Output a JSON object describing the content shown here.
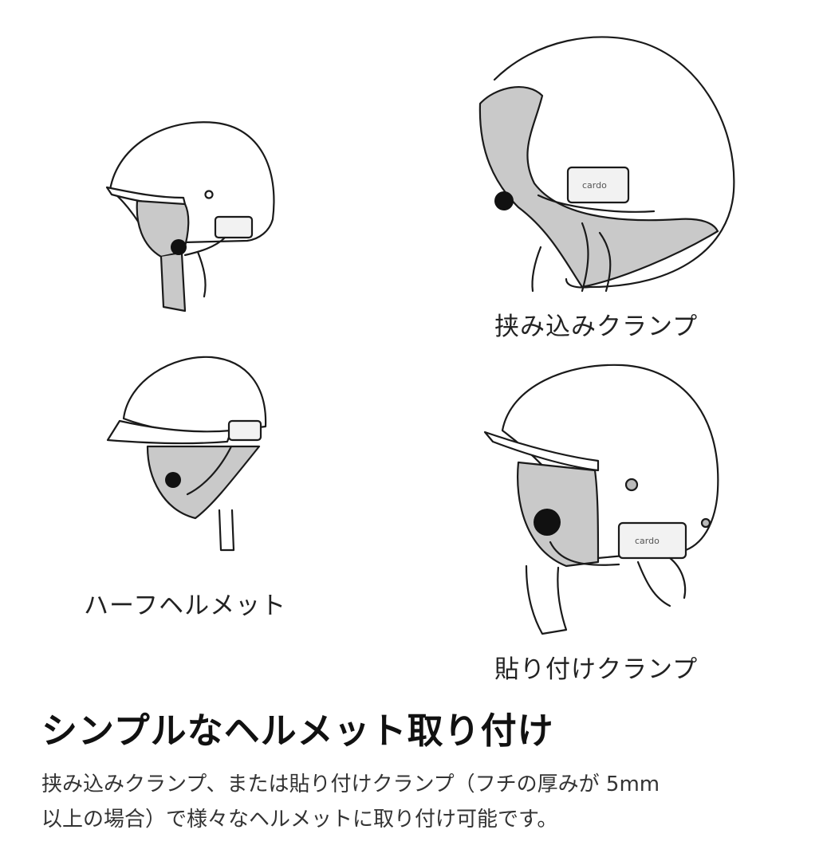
{
  "captions": {
    "clip_clamp": "挟み込みクランプ",
    "half_helmet": "ハーフヘルメット",
    "adhesive_clamp": "貼り付けクランプ"
  },
  "device_logo": "cardo",
  "heading": "シンプルなヘルメット取り付け",
  "description": {
    "line1": "挟み込みクランプ、または貼り付けクランプ（フチの厚みが 5mm",
    "line2": "以上の場合）で様々なヘルメットに取り付け可能です。"
  },
  "colors": {
    "line": "#1a1a1a",
    "padding_gray": "#c9c9c9",
    "background": "#ffffff"
  }
}
